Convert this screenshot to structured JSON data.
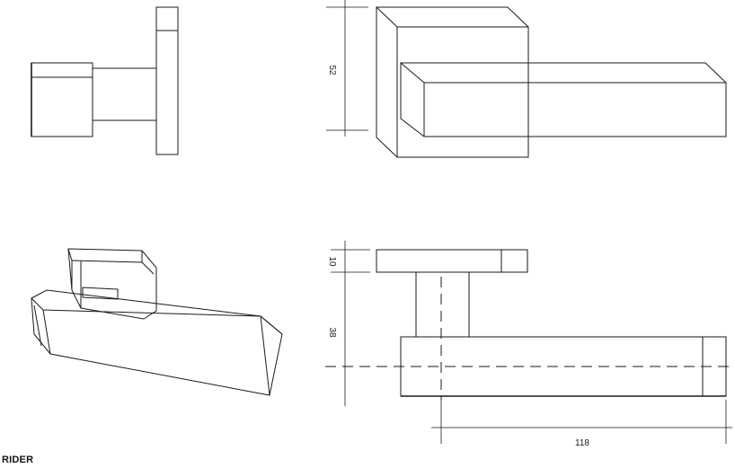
{
  "product_name": "RIDER",
  "dimensions": {
    "height": "52",
    "rose_thickness": "10",
    "projection": "38",
    "lever_length": "118"
  }
}
